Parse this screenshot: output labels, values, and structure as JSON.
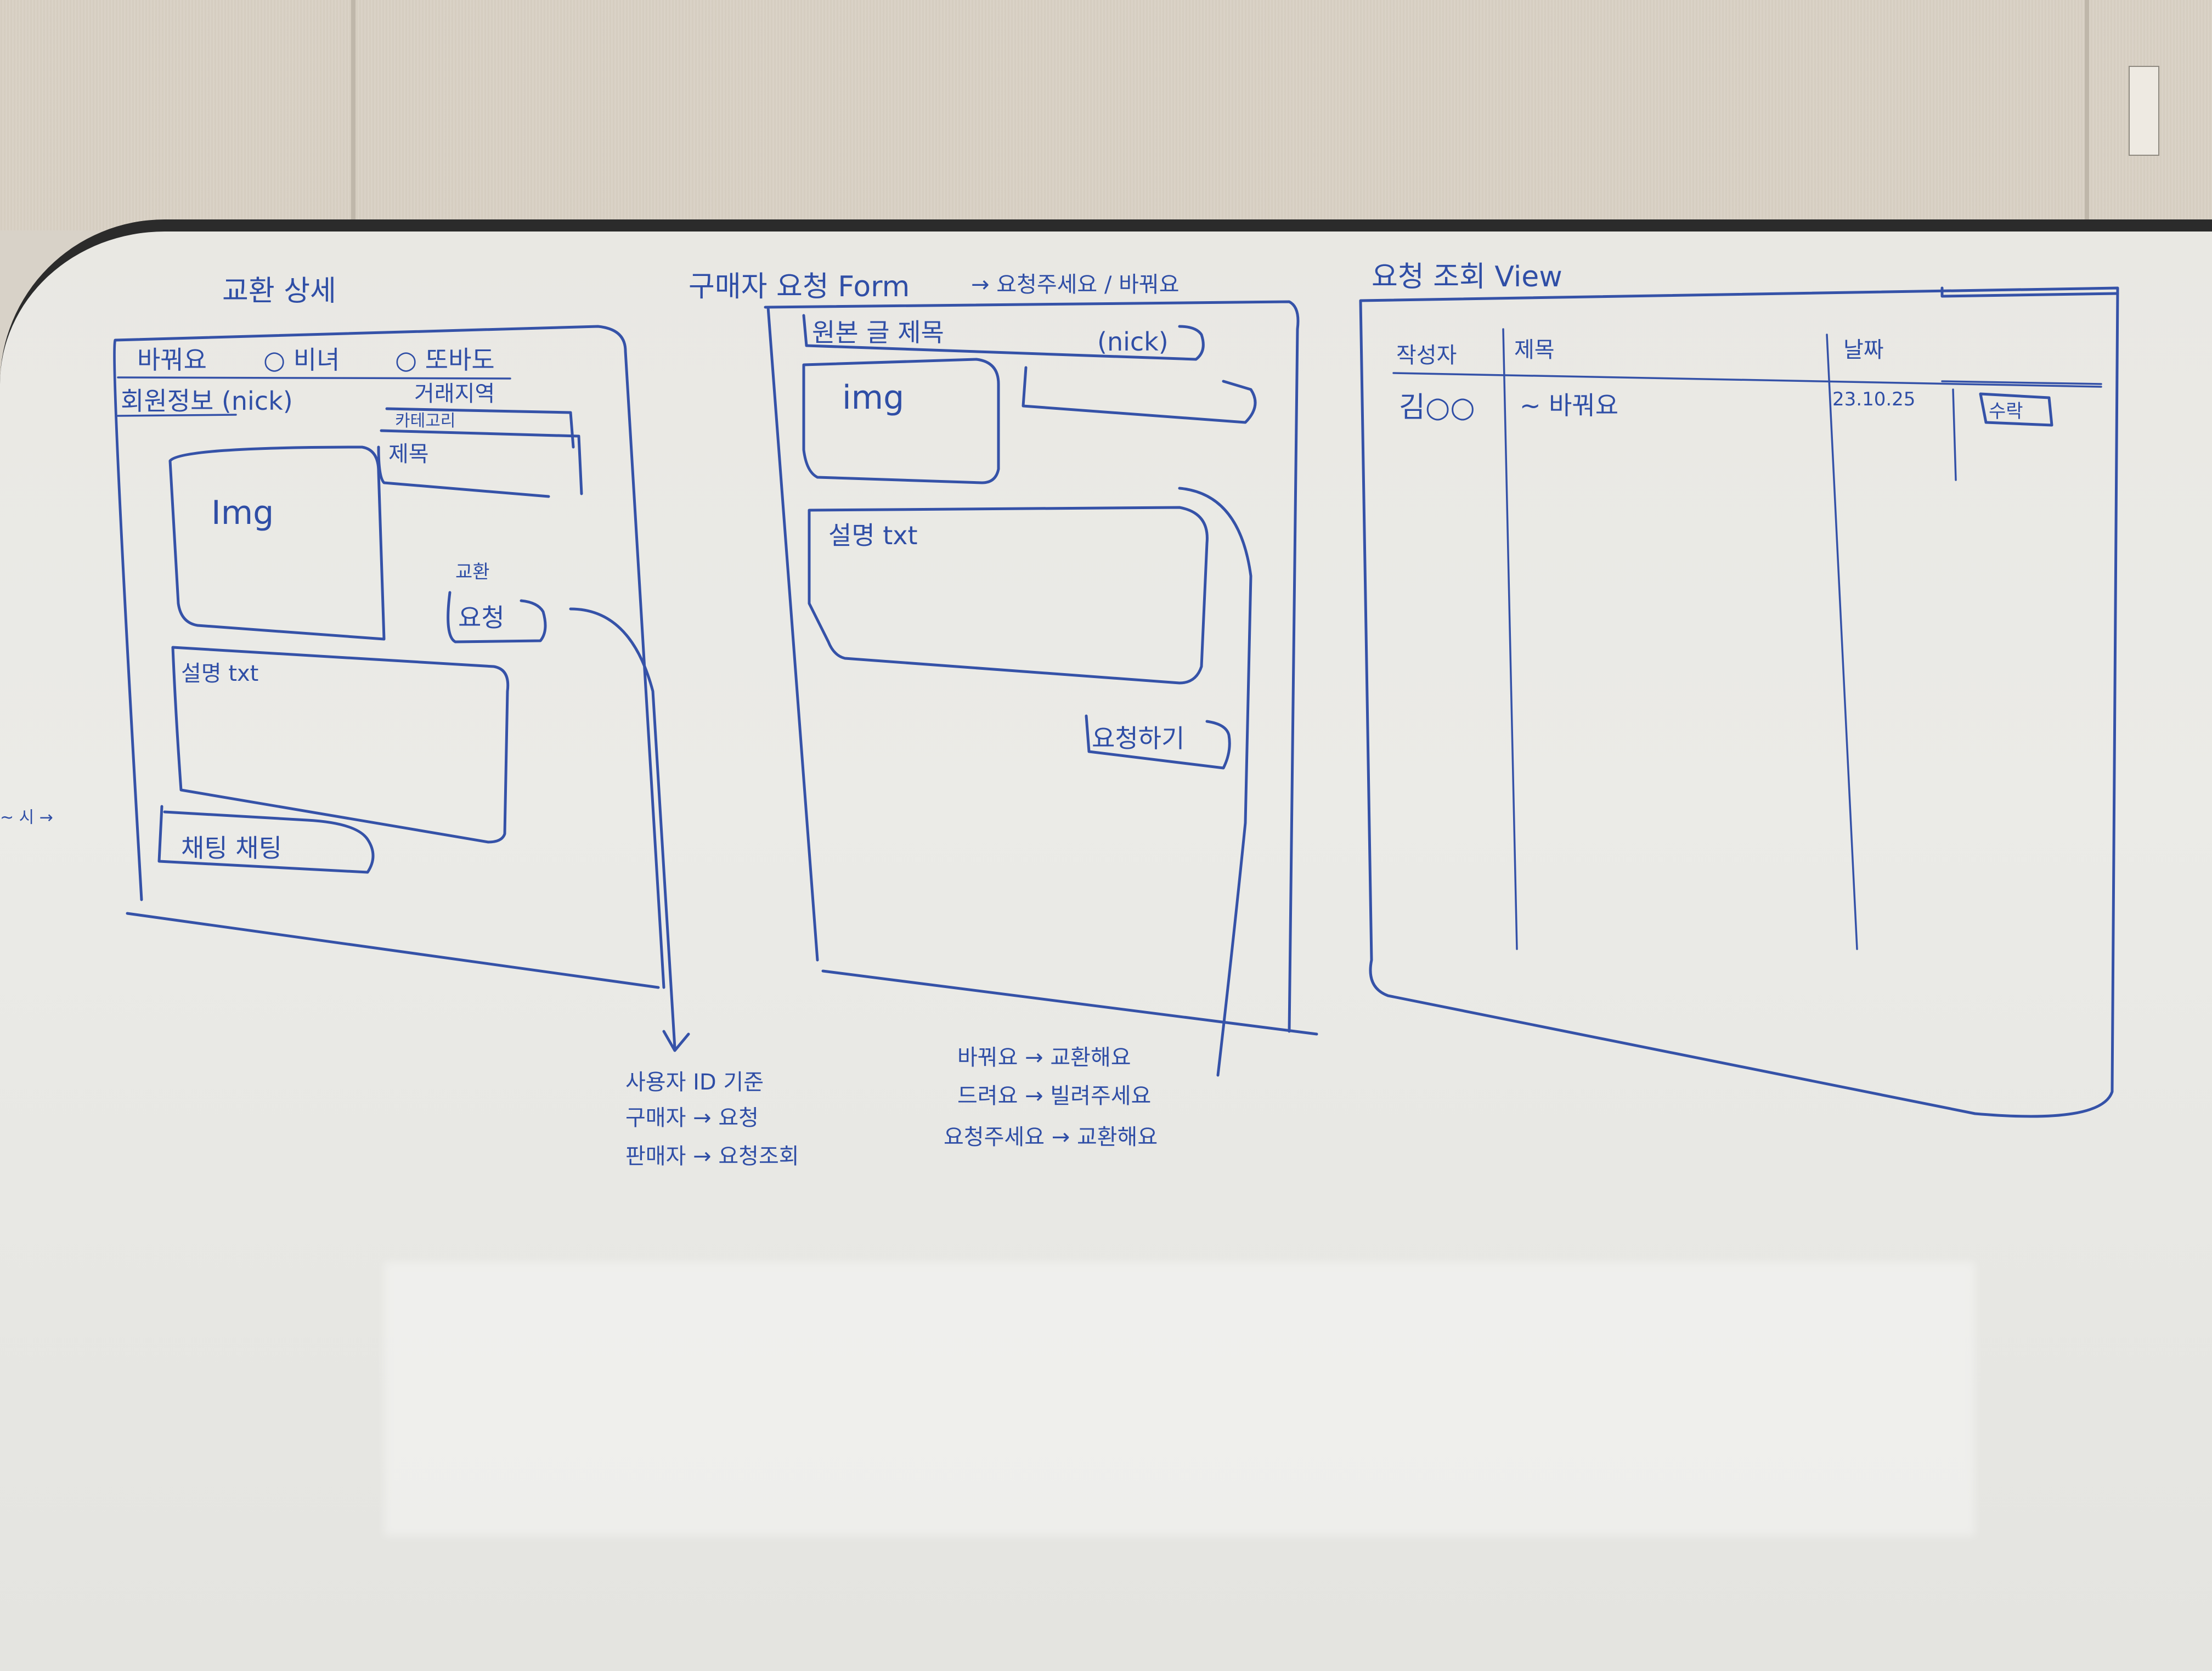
{
  "sketch1": {
    "title": "교환 상세",
    "tabs": {
      "first": "바꿔요",
      "second": "○ 비녀",
      "third": "○ 또바도"
    },
    "seller_info": "회원정보 (nick)",
    "trade_area": "거래지역",
    "category": "카테고리",
    "item_title": "제목",
    "img_label": "Img",
    "exchange_small": "교환",
    "request_button": "요청",
    "desc_label": "설명 txt",
    "chat_button": "채팅 채팅"
  },
  "left_margin_note": [
    "~ 시 →"
  ],
  "note1": [
    "사용자 ID 기준",
    "구매자 → 요청",
    "판매자 → 요청조회"
  ],
  "sketch2": {
    "title": "구매자 요청 Form",
    "title_arrow": "→ 요청주세요 / 바꿔요",
    "original_title": "원본 글 제목",
    "nick": "(nick)",
    "img_label": "img",
    "desc_label": "설명 txt",
    "submit_button": "요청하기"
  },
  "note2": [
    "바꿔요 → 교환해요",
    "드려요 → 빌려주세요",
    "요청주세요 → 교환해요"
  ],
  "sketch3": {
    "title": "요청 조회 View",
    "columns": [
      "작성자",
      "제목",
      "날짜"
    ],
    "row": {
      "author": "김○○",
      "title": "~ 바꿔요",
      "date": "23.10.25",
      "action": "수락"
    }
  }
}
